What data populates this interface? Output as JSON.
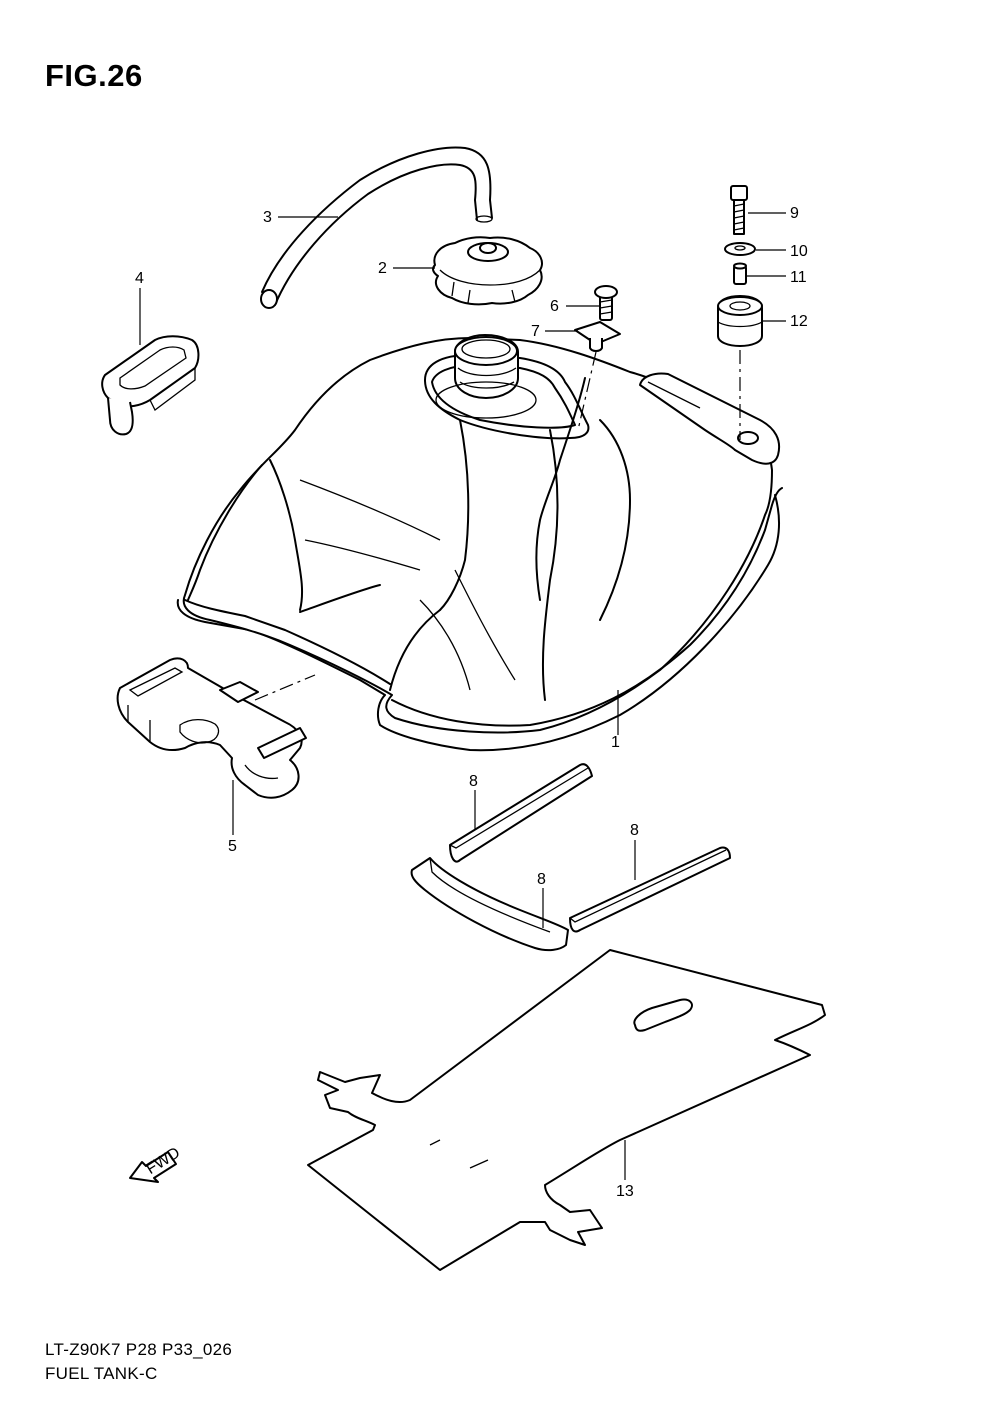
{
  "figure": {
    "title": "FIG.26",
    "model_code": "LT-Z90K7 P28 P33_026",
    "section_name": "FUEL TANK-C",
    "direction_label": "FWD"
  },
  "callouts": [
    {
      "id": "1",
      "text": "1"
    },
    {
      "id": "2",
      "text": "2"
    },
    {
      "id": "3",
      "text": "3"
    },
    {
      "id": "4",
      "text": "4"
    },
    {
      "id": "5",
      "text": "5"
    },
    {
      "id": "6",
      "text": "6"
    },
    {
      "id": "7",
      "text": "7"
    },
    {
      "id": "8a",
      "text": "8"
    },
    {
      "id": "8b",
      "text": "8"
    },
    {
      "id": "8c",
      "text": "8"
    },
    {
      "id": "9",
      "text": "9"
    },
    {
      "id": "10",
      "text": "10"
    },
    {
      "id": "11",
      "text": "11"
    },
    {
      "id": "12",
      "text": "12"
    },
    {
      "id": "13",
      "text": "13"
    }
  ]
}
